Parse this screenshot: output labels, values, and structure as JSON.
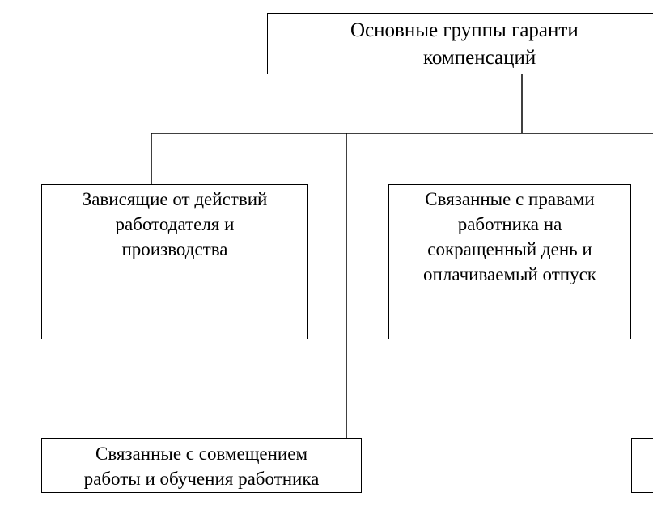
{
  "diagram": {
    "root": {
      "lines": [
        "Основные группы гаранти",
        "компенсаций"
      ]
    },
    "boxes": [
      {
        "id": "employer",
        "lines": [
          "Зависящие от действий",
          "работодателя и",
          "производства"
        ]
      },
      {
        "id": "rights",
        "lines": [
          "Связанные с правами",
          "работника на",
          "сокращенный день и",
          "оплачиваемый отпуск"
        ]
      },
      {
        "id": "study",
        "lines": [
          "Связанные с совмещением",
          "работы и обучения работника"
        ]
      }
    ]
  },
  "colors": {
    "stroke": "#000000",
    "background": "#ffffff"
  }
}
